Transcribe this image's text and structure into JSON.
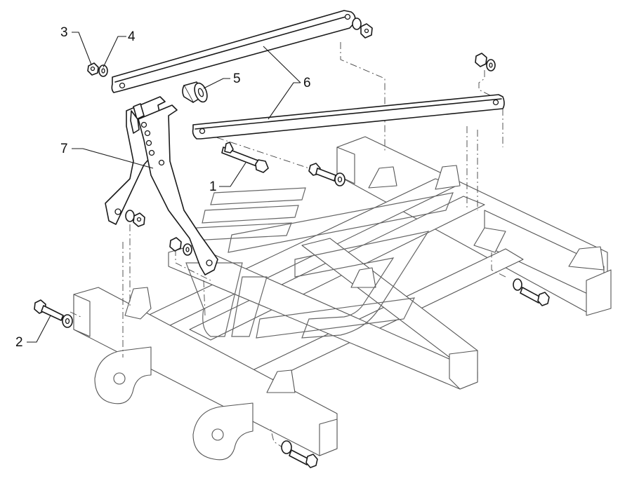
{
  "callouts": [
    {
      "id": "3",
      "label": "3"
    },
    {
      "id": "4",
      "label": "4"
    },
    {
      "id": "5",
      "label": "5"
    },
    {
      "id": "6",
      "label": "6"
    },
    {
      "id": "7",
      "label": "7"
    },
    {
      "id": "1",
      "label": "1"
    },
    {
      "id": "2",
      "label": "2"
    }
  ],
  "colors": {
    "line": "#1a1a1a",
    "background": "#ffffff"
  }
}
